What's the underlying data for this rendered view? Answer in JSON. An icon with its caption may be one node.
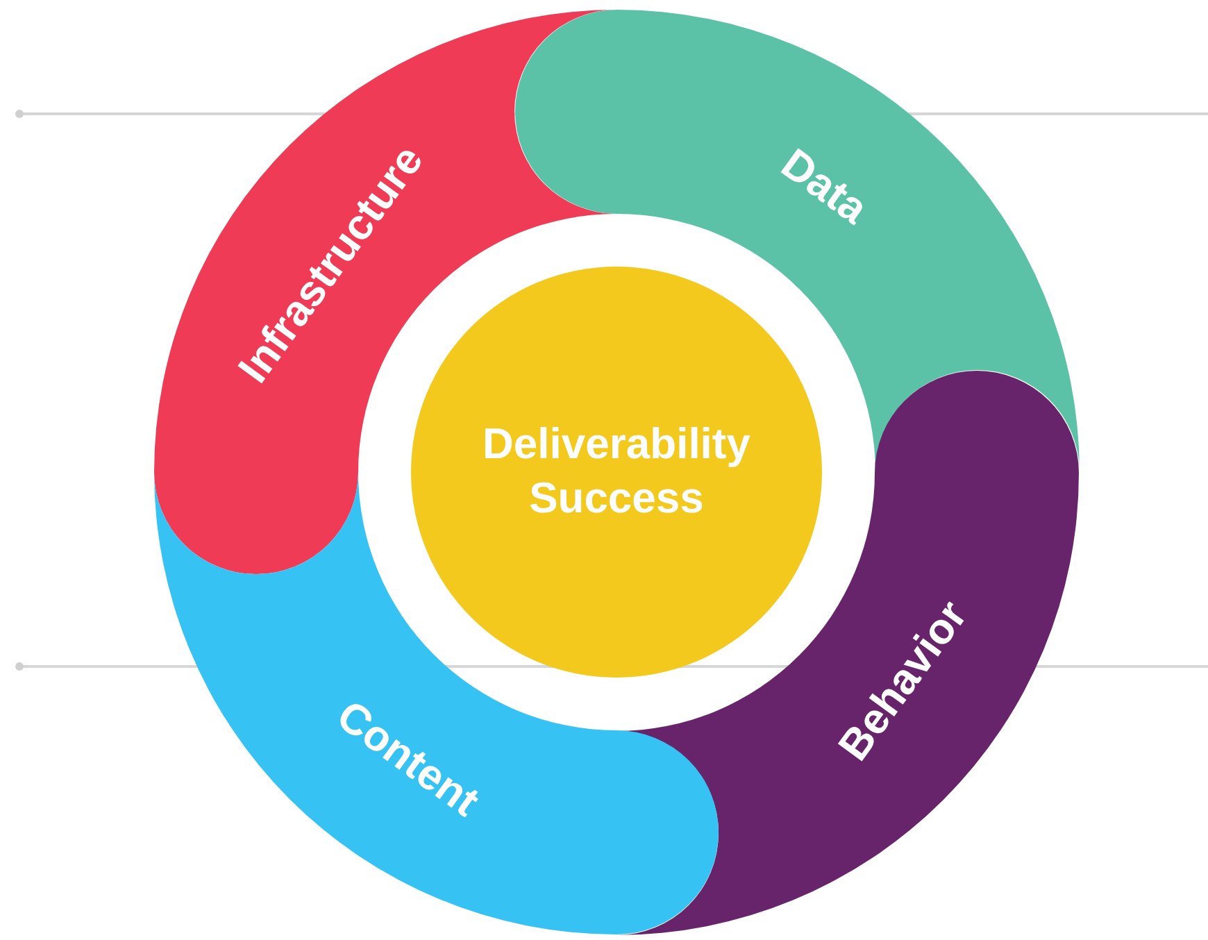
{
  "diagram": {
    "nodes": [
      {
        "text": [
          "Deliverability Success"
        ]
      },
      {
        "text": [
          "Infrastructure"
        ]
      },
      {
        "text": [
          "Data"
        ]
      },
      {
        "text": [
          "Behavior"
        ]
      },
      {
        "text": [
          "Content"
        ]
      }
    ]
  }
}
